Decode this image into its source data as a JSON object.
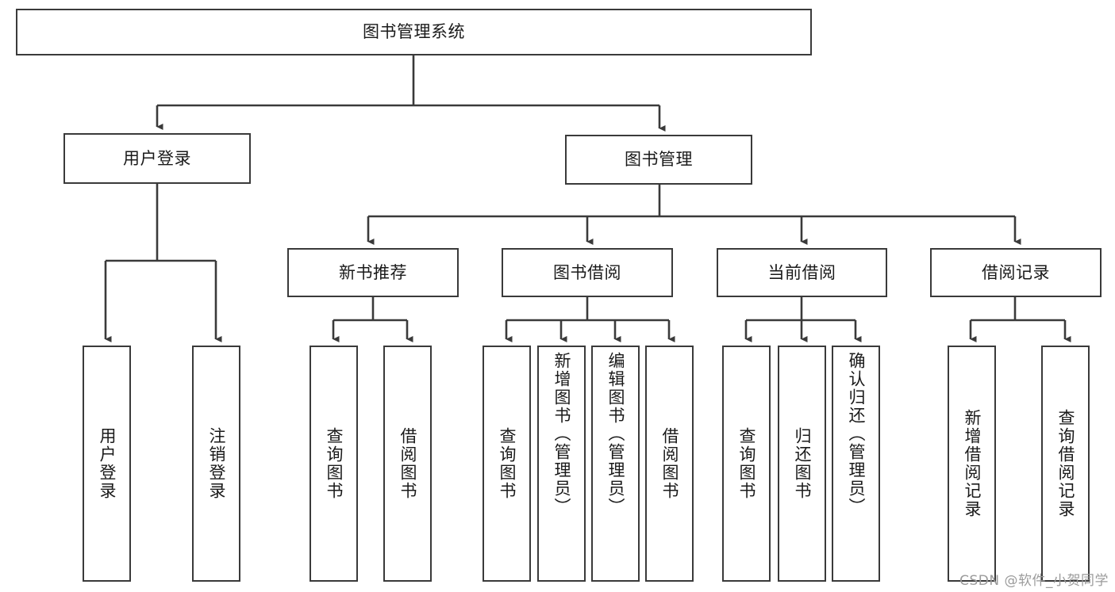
{
  "diagram": {
    "type": "tree-hierarchy",
    "title": "图书管理系统",
    "watermark": "CSDN @软件_小贺同学",
    "colors": {
      "box_border": "#3a3a3a",
      "connector": "#3a3a3a",
      "background": "#ffffff",
      "text": "#1a1a1a",
      "watermark": "#9b9b9b"
    },
    "levels": [
      {
        "level": 1,
        "nodes": [
          {
            "id": "root",
            "label": "图书管理系统",
            "orientation": "horizontal"
          }
        ]
      },
      {
        "level": 2,
        "nodes": [
          {
            "id": "login",
            "label": "用户登录",
            "orientation": "horizontal",
            "parent": "root"
          },
          {
            "id": "bookmgmt",
            "label": "图书管理",
            "orientation": "horizontal",
            "parent": "root"
          }
        ]
      },
      {
        "level": 3,
        "nodes": [
          {
            "id": "newbook",
            "label": "新书推荐",
            "orientation": "horizontal",
            "parent": "bookmgmt"
          },
          {
            "id": "borrow",
            "label": "图书借阅",
            "orientation": "horizontal",
            "parent": "bookmgmt"
          },
          {
            "id": "current",
            "label": "当前借阅",
            "orientation": "horizontal",
            "parent": "bookmgmt"
          },
          {
            "id": "records",
            "label": "借阅记录",
            "orientation": "horizontal",
            "parent": "bookmgmt"
          }
        ]
      },
      {
        "level": 4,
        "nodes": [
          {
            "id": "leaf1",
            "label": "用户登录",
            "orientation": "vertical",
            "parent": "login"
          },
          {
            "id": "leaf2",
            "label": "注销登录",
            "orientation": "vertical",
            "parent": "login"
          },
          {
            "id": "leaf3",
            "label": "查询图书",
            "orientation": "vertical",
            "parent": "newbook"
          },
          {
            "id": "leaf4",
            "label": "借阅图书",
            "orientation": "vertical",
            "parent": "newbook"
          },
          {
            "id": "leaf5",
            "label": "查询图书",
            "orientation": "vertical",
            "parent": "borrow"
          },
          {
            "id": "leaf6",
            "label": "新增图书（管理员）",
            "orientation": "vertical",
            "parent": "borrow"
          },
          {
            "id": "leaf7",
            "label": "编辑图书（管理员）",
            "orientation": "vertical",
            "parent": "borrow"
          },
          {
            "id": "leaf8",
            "label": "借阅图书",
            "orientation": "vertical",
            "parent": "borrow"
          },
          {
            "id": "leaf9",
            "label": "查询图书",
            "orientation": "vertical",
            "parent": "current"
          },
          {
            "id": "leaf10",
            "label": "归还图书",
            "orientation": "vertical",
            "parent": "current"
          },
          {
            "id": "leaf11",
            "label": "确认归还（管理员）",
            "orientation": "vertical",
            "parent": "current"
          },
          {
            "id": "leaf12",
            "label": "新增借阅记录",
            "orientation": "vertical",
            "parent": "records"
          },
          {
            "id": "leaf13",
            "label": "查询借阅记录",
            "orientation": "vertical",
            "parent": "records"
          }
        ]
      }
    ]
  }
}
